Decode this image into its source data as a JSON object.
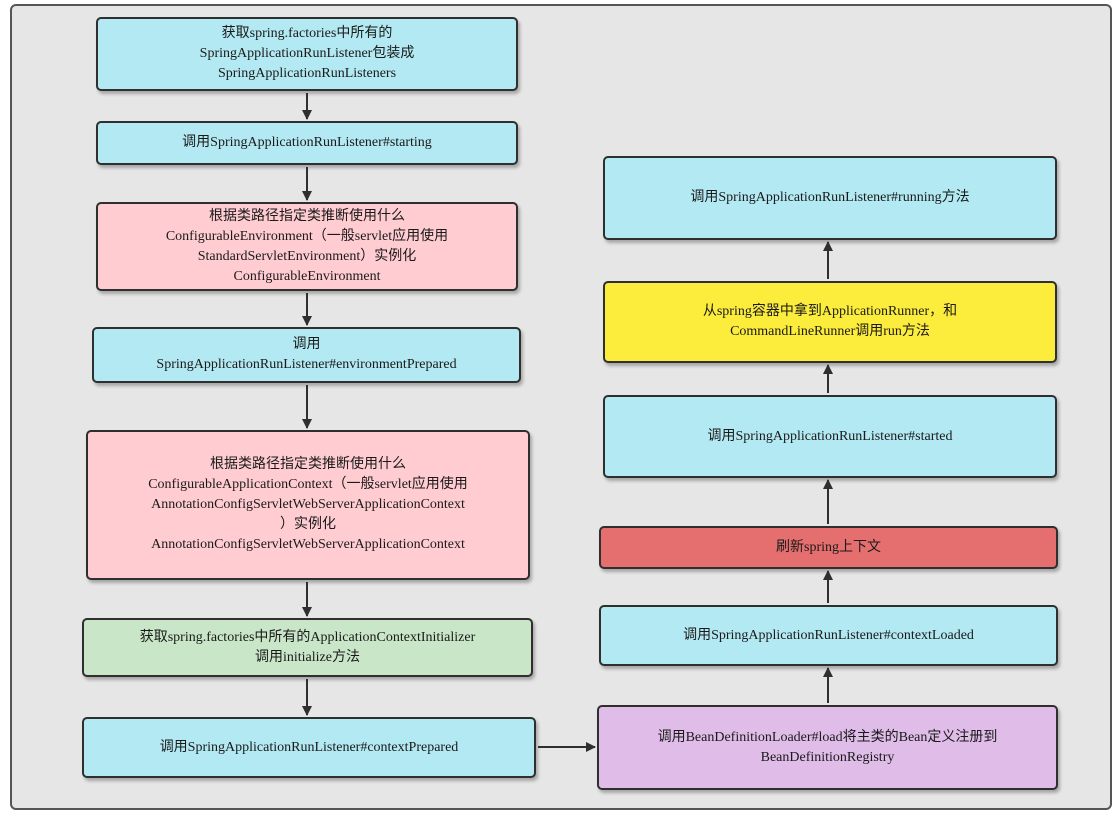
{
  "colors": {
    "background": "#e6e6e6",
    "step_cyan": "#b3e9f2",
    "step_pink": "#ffccd2",
    "step_green": "#c9e6c8",
    "step_purple": "#e0bde8",
    "step_yellow": "#fcec3c",
    "step_red": "#e56e6e",
    "arrow": "#2f2f2f"
  },
  "flow": {
    "left_column": [
      "获取spring.factories中所有的\nSpringApplicationRunListener包装成\nSpringApplicationRunListeners",
      "调用SpringApplicationRunListener#starting",
      "根据类路径指定类推断使用什么\nConfigurableEnvironment（一般servlet应用使用\nStandardServletEnvironment）实例化\nConfigurableEnvironment",
      "调用\nSpringApplicationRunListener#environmentPrepared",
      "根据类路径指定类推断使用什么\nConfigurableApplicationContext（一般servlet应用使用\nAnnotationConfigServletWebServerApplicationContext\n）实例化\nAnnotationConfigServletWebServerApplicationContext",
      "获取spring.factories中所有的ApplicationContextInitializer\n调用initialize方法",
      "调用SpringApplicationRunListener#contextPrepared"
    ],
    "right_column": [
      "调用BeanDefinitionLoader#load将主类的Bean定义注册到\nBeanDefinitionRegistry",
      "调用SpringApplicationRunListener#contextLoaded",
      "刷新spring上下文",
      "调用SpringApplicationRunListener#started",
      "从spring容器中拿到ApplicationRunner，和\nCommandLineRunner调用run方法",
      "调用SpringApplicationRunListener#running方法"
    ]
  }
}
